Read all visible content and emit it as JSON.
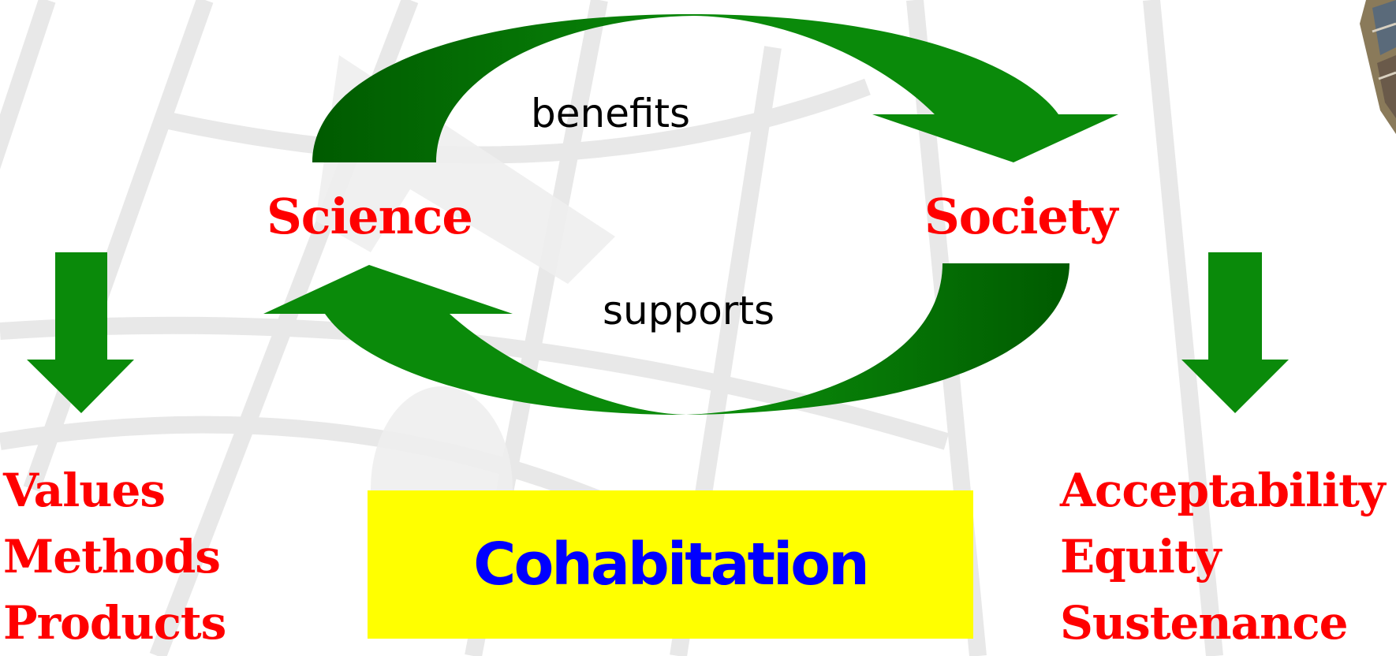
{
  "colors": {
    "arrow_light": "#0a8a0a",
    "arrow_dark": "#006400",
    "node_text": "#ff0000",
    "box_fill": "#ffff00",
    "box_text": "#0000ff",
    "edge_text": "#000000"
  },
  "nodes": {
    "science": "Science",
    "society": "Society"
  },
  "edges": {
    "top": "benefits",
    "bottom": "supports"
  },
  "left_list": [
    "Values",
    "Methods",
    "Products"
  ],
  "right_list": [
    "Acceptability",
    "Equity",
    "Sustenance"
  ],
  "center_box": "Cohabitation"
}
